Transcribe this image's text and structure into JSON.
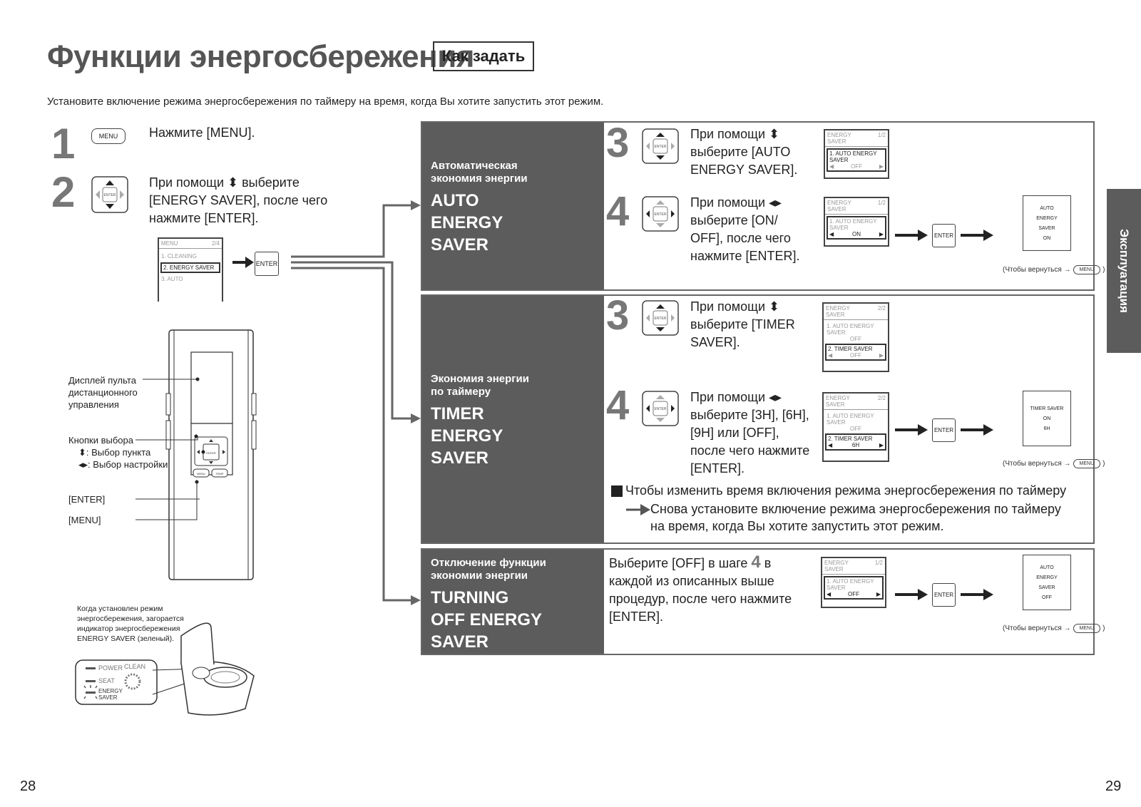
{
  "header": {
    "title": "Функции энергосбережения",
    "howto_label": "Как задать",
    "subtitle": "Установите включение режима энергосбережения по таймеру на время, когда Вы хотите запустить этот режим."
  },
  "left_steps": {
    "step1": {
      "num": "1",
      "button": "MENU",
      "text": "Нажмите [MENU]."
    },
    "step2": {
      "num": "2",
      "button": "ENTER",
      "line1": "При помощи ⬍ выберите",
      "line2": "[ENERGY SAVER], после чего",
      "line3": "нажмите [ENTER]."
    },
    "menu_screen": {
      "title": "MENU",
      "page": "2/4",
      "item1": "1. CLEANING",
      "item2": "2. ENERGY SAVER",
      "item3": "3. AUTO"
    },
    "enter_button": "ENTER"
  },
  "remote": {
    "display_label": "Дисплей пульта дистанционного управления",
    "select_label": "Кнопки выбора",
    "select_item": "⬍: Выбор пункта",
    "select_setting": "◂▸: Выбор настройки",
    "enter_label": "[ENTER]",
    "menu_label": "[MENU]",
    "menu_btn": "MENU",
    "temp_btn": "TEMP",
    "enter_btn": "ENTER"
  },
  "toilet": {
    "note": "Когда установлен режим энергосбережения, загорается индикатор энергосбережения ENERGY SAVER (зеленый).",
    "power": "POWER",
    "seat": "SEAT",
    "energy_saver": "ENERGY SAVER",
    "clean": "CLEAN"
  },
  "auto_section": {
    "sub": "Автоматическая экономия энергии",
    "big": [
      "AUTO",
      "ENERGY",
      "SAVER"
    ],
    "step3": {
      "num": "3",
      "text": "При помощи ⬍ выберите [AUTO ENERGY SAVER].",
      "screen": {
        "title": "ENERGY SAVER",
        "page": "1/2",
        "sel": "1. AUTO ENERGY SAVER",
        "val": "OFF"
      }
    },
    "step4": {
      "num": "4",
      "text": "При помощи ◂▸ выберите [ON/ OFF], после чего нажмите [ENTER].",
      "screen": {
        "title": "ENERGY SAVER",
        "page": "1/2",
        "sel": "1. AUTO ENERGY SAVER",
        "val": "ON"
      },
      "enter": "ENTER",
      "result": [
        "AUTO",
        "ENERGY",
        "SAVER",
        "ON"
      ]
    },
    "back": "(Чтобы вернуться →",
    "back_btn": "MENU"
  },
  "timer_section": {
    "sub": "Экономия энергии по таймеру",
    "big": [
      "TIMER",
      "ENERGY",
      "SAVER"
    ],
    "step3": {
      "num": "3",
      "text": "При помощи ⬍ выберите [TIMER SAVER].",
      "screen": {
        "title": "ENERGY SAVER",
        "page": "2/2",
        "item": "1. AUTO ENERGY SAVER",
        "item_val": "OFF",
        "sel": "2. TIMER SAVER",
        "val": "OFF"
      }
    },
    "step4": {
      "num": "4",
      "text": "При помощи ◂▸ выберите [3H], [6H], [9H] или [OFF], после чего нажмите [ENTER].",
      "screen": {
        "title": "ENERGY SAVER",
        "page": "2/2",
        "item": "1. AUTO ENERGY SAVER",
        "item_val": "OFF",
        "sel": "2. TIMER SAVER",
        "val": "6H"
      },
      "enter": "ENTER",
      "result": [
        "TIMER SAVER",
        "ON",
        "6H"
      ]
    },
    "back": "(Чтобы вернуться →",
    "back_btn": "MENU",
    "note_title": "Чтобы изменить время включения режима энергосбережения по таймеру",
    "note_line1": "Снова установите включение режима энергосбережения по таймеру",
    "note_line2": "на время, когда Вы хотите запустить этот режим."
  },
  "off_section": {
    "sub": "Отключение функции экономии энергии",
    "big": [
      "TURNING",
      "OFF ENERGY",
      "SAVER"
    ],
    "text_a": "Выберите [OFF] в шаге",
    "text_num": "4",
    "text_b": "в каждой из описанных выше процедур, после чего нажмите [ENTER].",
    "screen": {
      "title": "ENERGY SAVER",
      "page": "1/2",
      "sel": "1. AUTO ENERGY SAVER",
      "val": "OFF"
    },
    "enter": "ENTER",
    "result": [
      "AUTO",
      "ENERGY",
      "SAVER",
      "OFF"
    ],
    "back": "(Чтобы вернуться →",
    "back_btn": "MENU"
  },
  "side_tab": "Эксплуатация",
  "page_left": "28",
  "page_right": "29"
}
